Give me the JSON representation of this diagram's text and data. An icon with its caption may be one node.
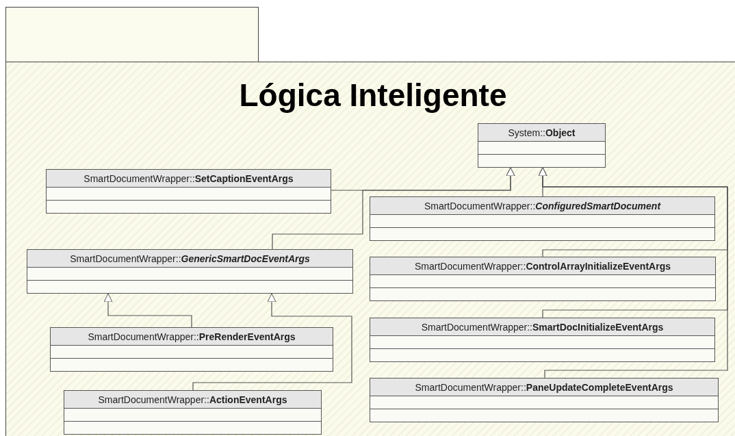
{
  "diagram": {
    "nodes": [
      {
        "text": [],
        "shape": "box"
      },
      {
        "text": [
          "Lógica Inteligente"
        ]
      },
      {
        "text": [
          "System::**Object**"
        ],
        "in": 1
      },
      {
        "text": [
          "SmartDocumentWrapper::**SetCaptionEventArgs**"
        ],
        "in": 1
      },
      {
        "text": [
          "SmartDocumentWrapper::*ConfiguredSmartDocument*"
        ],
        "in": 1
      },
      {
        "text": [
          "SmartDocumentWrapper::*GenericSmartDocEventArgs*"
        ],
        "in": 1
      },
      {
        "text": [
          "SmartDocumentWrapper::**ControlArrayInitializeEventArgs**"
        ],
        "in": 1
      },
      {
        "text": [
          "SmartDocumentWrapper::**PreRenderEventArgs**"
        ],
        "in": 1
      },
      {
        "text": [
          "SmartDocumentWrapper::**SmartDocInitializeEventArgs**"
        ],
        "in": 1
      },
      {
        "text": [
          "SmartDocumentWrapper::**ActionEventArgs**"
        ],
        "in": 1
      },
      {
        "text": [
          "SmartDocumentWrapper::**PaneUpdateCompleteEventArgs**"
        ],
        "in": 1
      }
    ],
    "edges": [
      {
        "from": 3,
        "to": 2,
        "arrow": "to"
      },
      {
        "from": 5,
        "to": 2,
        "arrow": "to"
      },
      {
        "from": 4,
        "to": 2,
        "arrow": "to"
      },
      {
        "from": 6,
        "to": 2,
        "arrow": "to"
      },
      {
        "from": 8,
        "to": 2,
        "arrow": "to"
      },
      {
        "from": 10,
        "to": 2,
        "arrow": "to"
      },
      {
        "from": 7,
        "to": 5,
        "arrow": "to"
      },
      {
        "from": 9,
        "to": 5,
        "arrow": "to"
      }
    ]
  }
}
